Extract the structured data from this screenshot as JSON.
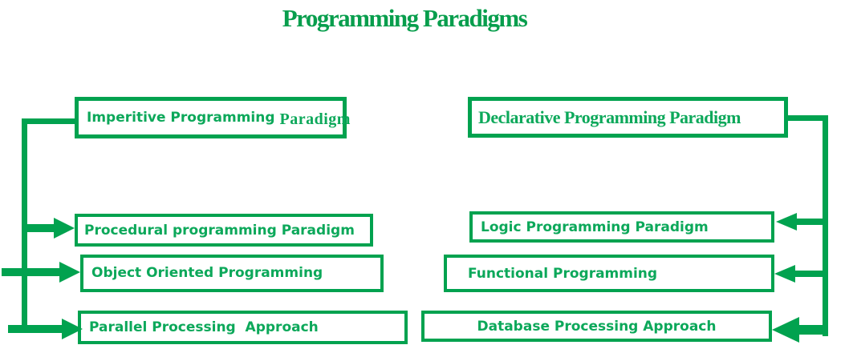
{
  "title": "Programming Paradigms",
  "colors": {
    "green": "#01A24F",
    "text_green": "#0CA85A",
    "title_green": "#089E4D"
  },
  "diagram": {
    "imperative": {
      "label_part1": "Imperitive Programming",
      "label_part2": "Paradigm",
      "children": [
        "Procedural programming Paradigm",
        "Object Oriented Programming",
        "Parallel Processing  Approach"
      ]
    },
    "declarative": {
      "label": "Declarative Programming Paradigm",
      "children": [
        "Logic Programming Paradigm",
        "Functional Programming",
        "Database Processing Approach"
      ]
    }
  }
}
